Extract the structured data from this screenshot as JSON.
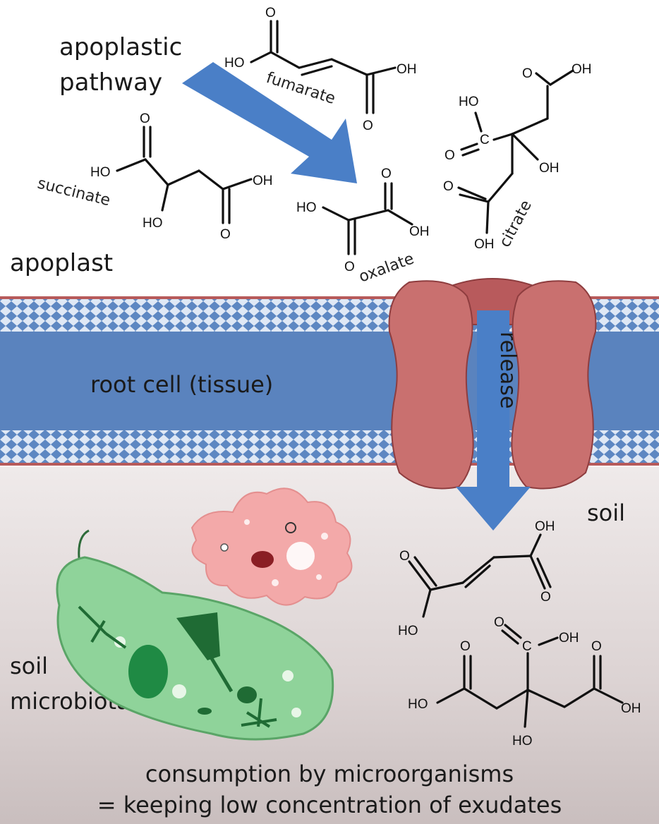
{
  "labels": {
    "apoplastic_pathway_1": "apoplastic",
    "apoplastic_pathway_2": "pathway",
    "apoplast": "apoplast",
    "root_cell": "root cell (tissue)",
    "release": "release",
    "soil": "soil",
    "soil_microbiota_1": "soil",
    "soil_microbiota_2": "microbiota",
    "consumption_1": "consumption by microorganisms",
    "consumption_2": "= keeping low concentration of exudates"
  },
  "molecules": {
    "fumarate": "fumarate",
    "succinate": "succinate",
    "oxalate": "oxalate",
    "citrate": "citrate"
  },
  "atoms": {
    "ho": "HO",
    "oh": "OH",
    "o": "O",
    "c": "C"
  },
  "colors": {
    "membrane_blue": "#4f7ab8",
    "arrow_blue": "#4a7fc7",
    "channel_red": "#c9706f",
    "soil_bg": "#d6cdcd",
    "microbe_green": "#8fd39a",
    "amoeba_pink": "#f3a9a9"
  }
}
